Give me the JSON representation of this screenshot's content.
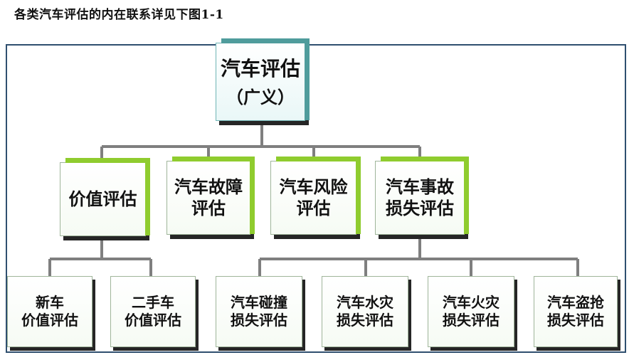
{
  "caption": "各类汽车评估的内在联系详见下图1-1",
  "root": {
    "line1": "汽车评估",
    "line2": "（广义）"
  },
  "level1": [
    {
      "line1": "价值评估",
      "line2": ""
    },
    {
      "line1": "汽车故障",
      "line2": "评估"
    },
    {
      "line1": "汽车风险",
      "line2": "评估"
    },
    {
      "line1": "汽车事故",
      "line2": "损失评估"
    }
  ],
  "level2": [
    {
      "line1": "新车",
      "line2": "价值评估"
    },
    {
      "line1": "二手车",
      "line2": "价值评估"
    },
    {
      "line1": "汽车碰撞",
      "line2": "损失评估"
    },
    {
      "line1": "汽车水灾",
      "line2": "损失评估"
    },
    {
      "line1": "汽车火灾",
      "line2": "损失评估"
    },
    {
      "line1": "汽车盗抢",
      "line2": "损失评估"
    }
  ],
  "colors": {
    "accent_green": "#8fcc2e",
    "accent_teal": "#4f9c9c",
    "connector": "#7f7f7f",
    "frame": "#2f4f6f"
  }
}
